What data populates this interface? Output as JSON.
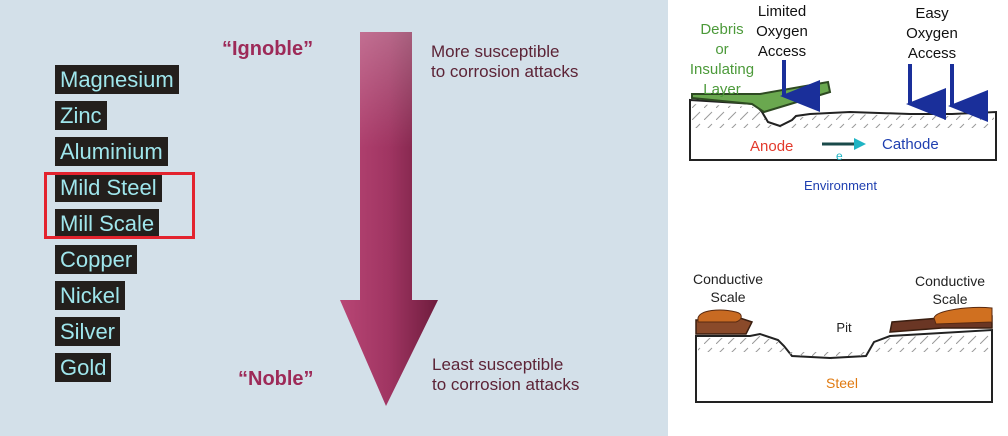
{
  "metals": [
    "Magnesium",
    "Zinc",
    "Aluminium",
    "Mild Steel",
    "Mill Scale",
    "Copper",
    "Nickel",
    "Silver",
    "Gold"
  ],
  "series": {
    "ignoble_label": "“Ignoble”",
    "noble_label": "“Noble”",
    "top_desc_line1": "More susceptible",
    "top_desc_line2": "to corrosion attacks",
    "bottom_desc_line1": "Least susceptible",
    "bottom_desc_line2": "to corrosion attacks"
  },
  "crevice": {
    "debris_lines": [
      "Debris",
      "or",
      "Insulating",
      "Layer"
    ],
    "limited_lines": [
      "Limited",
      "Oxygen",
      "Access"
    ],
    "easy_lines": [
      "Easy",
      "Oxygen",
      "Access"
    ],
    "anode": "Anode",
    "cathode": "Cathode",
    "electron": "e",
    "environment": "Environment"
  },
  "pitting": {
    "left_scale_lines": [
      "Conductive",
      "Scale"
    ],
    "right_scale_lines": [
      "Conductive",
      "Scale"
    ],
    "pit": "Pit",
    "steel": "Steel"
  },
  "colors": {
    "panel_bg": "#d3e0e9",
    "label_bg": "#231f1c",
    "label_text": "#9fe6ec",
    "highlight": "#e3232e",
    "arrow": "#9d2a58",
    "debris": "#6aa84f",
    "cathode": "#1f3fb0",
    "anode": "#e33a2c",
    "steel_text": "#e07a10"
  }
}
